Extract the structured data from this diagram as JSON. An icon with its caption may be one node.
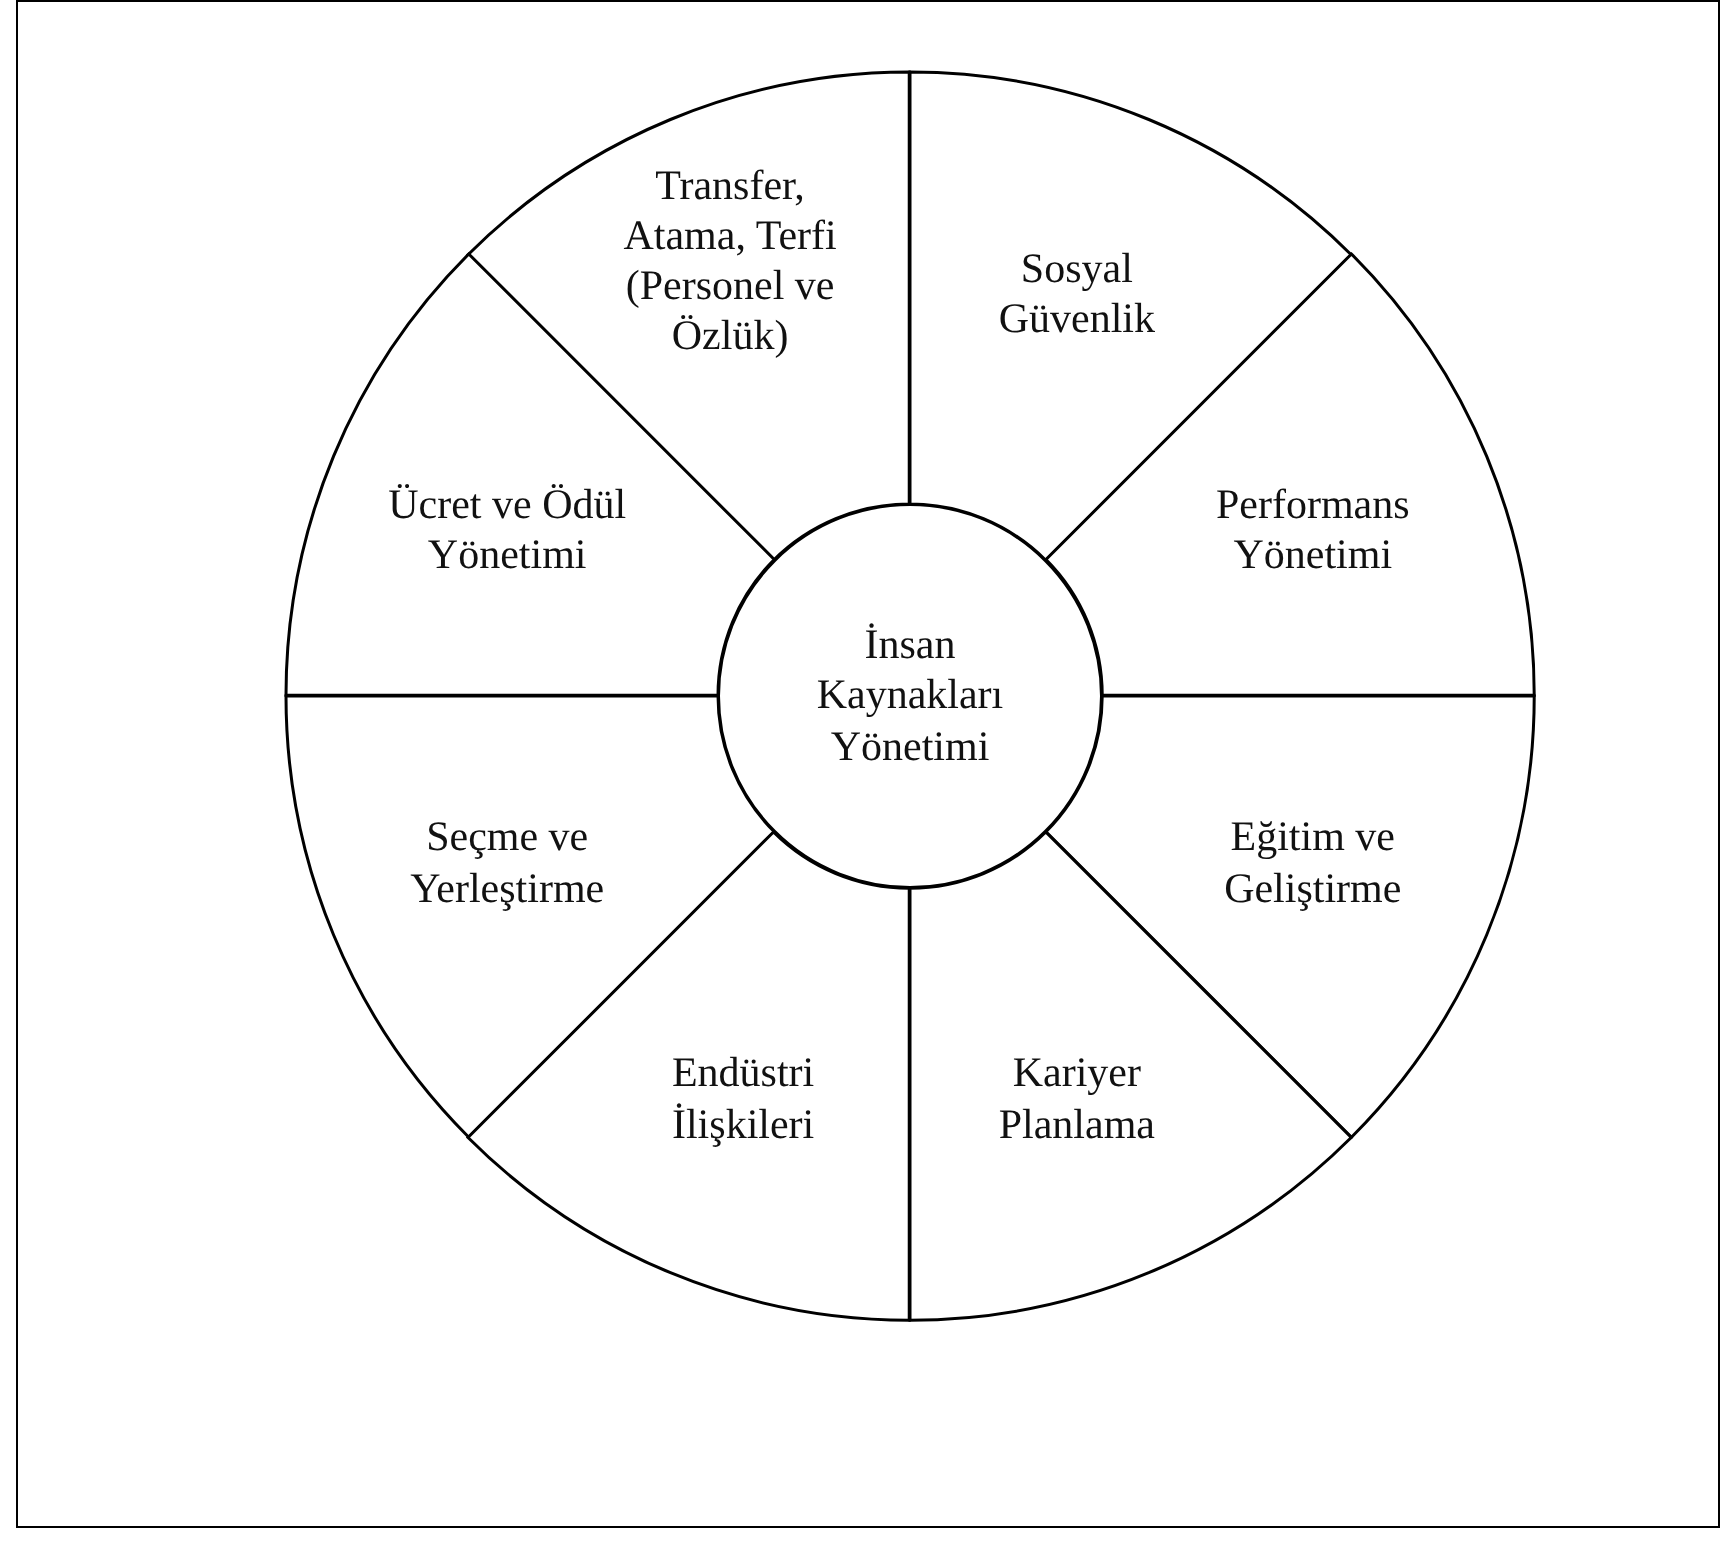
{
  "diagram": {
    "nodes": [
      {
        "text": [
          "Transfer, Atama, Terfi (Personel ve Özlük)"
        ]
      },
      {
        "text": [
          "Sosyal Güvenlik"
        ]
      },
      {
        "text": [
          "Ücret ve Ödül Yönetimi"
        ]
      },
      {
        "text": [
          "Performans Yönetimi"
        ]
      },
      {
        "text": [
          "İnsan Kaynakları Yönetimi"
        ]
      },
      {
        "text": [
          "Seçme ve Yerleştirme"
        ]
      },
      {
        "text": [
          "Eğitim ve Geliştirme"
        ]
      },
      {
        "text": [
          "Endüstri İlişkileri"
        ]
      },
      {
        "text": [
          "Kariyer Planlama"
        ]
      }
    ]
  }
}
